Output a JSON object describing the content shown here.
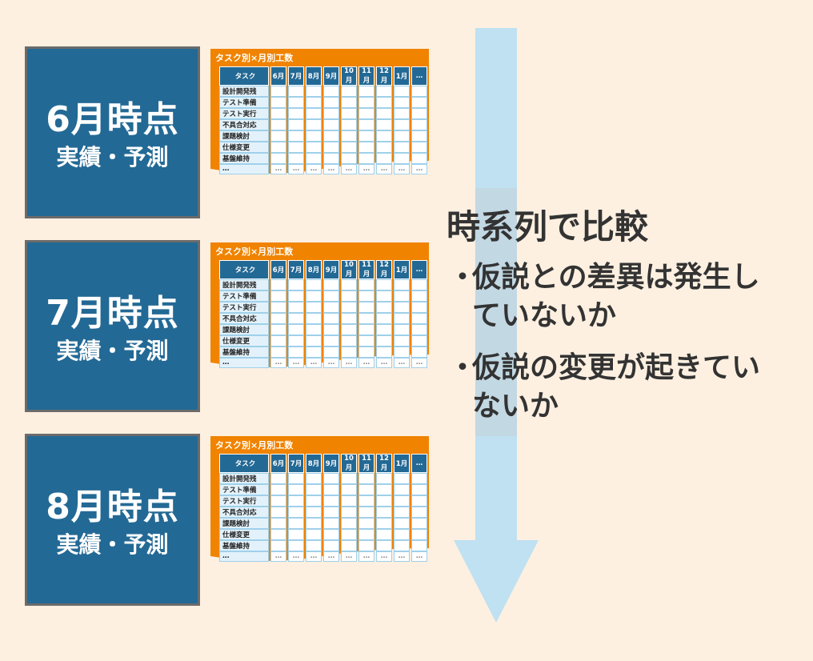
{
  "snapshots": [
    {
      "title": "6月時点",
      "subtitle": "実績・予測"
    },
    {
      "title": "7月時点",
      "subtitle": "実績・予測"
    },
    {
      "title": "8月時点",
      "subtitle": "実績・予測"
    }
  ],
  "table": {
    "caption": "タスク別×月別工数",
    "task_header": "タスク",
    "months": [
      "6月",
      "7月",
      "8月",
      "9月",
      "10月",
      "11月",
      "12月",
      "1月",
      "…"
    ],
    "tasks": [
      "設計開発残",
      "テスト準備",
      "テスト実行",
      "不具合対応",
      "課題検討",
      "仕様変更",
      "基盤維持",
      "…"
    ],
    "ellipsis": "…"
  },
  "comparison": {
    "title": "時系列で比較",
    "bullet_mark": "・",
    "bullets": [
      "仮説との差異は発生していないか",
      "仮説の変更が起きていないか"
    ]
  },
  "colors": {
    "blue": "#236995",
    "orange": "#f08300",
    "arrow": "#bfe1f1",
    "background": "#fdf0e1"
  }
}
